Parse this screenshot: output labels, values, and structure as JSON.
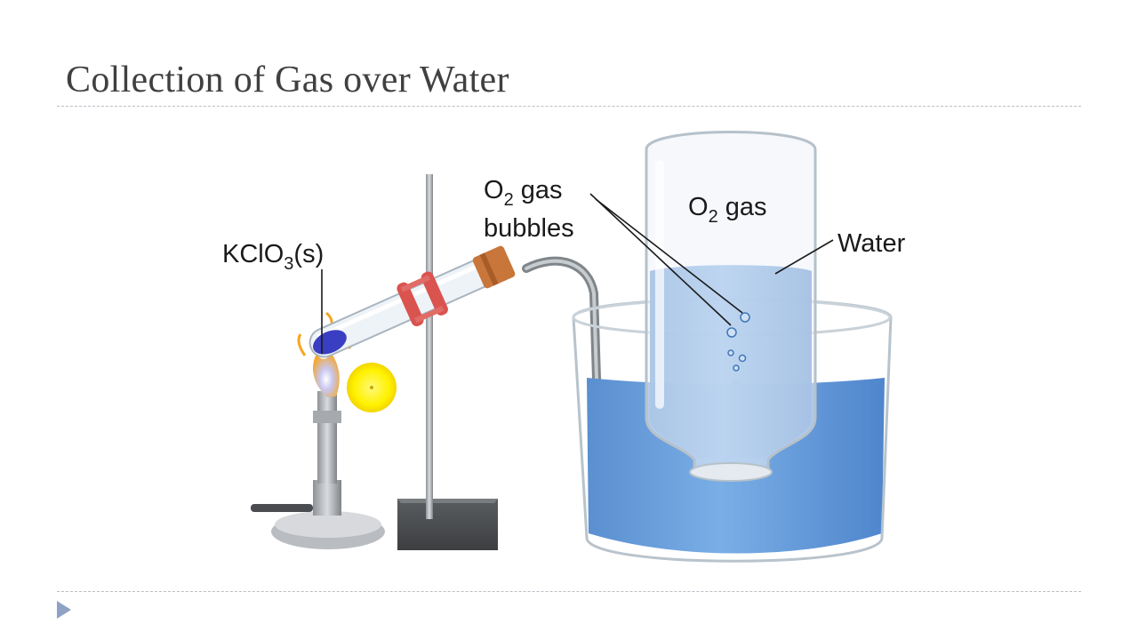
{
  "slide": {
    "title": "Collection of Gas over Water"
  },
  "labels": {
    "kclo3": {
      "main": "KClO",
      "sub": "3",
      "tail": "(s)"
    },
    "bubbles": {
      "line1_main": "O",
      "line1_sub": "2",
      "line1_tail": " gas",
      "line2": "bubbles"
    },
    "o2_gas": {
      "main": "O",
      "sub": "2",
      "tail": " gas"
    },
    "water": "Water"
  },
  "colors": {
    "title": "#404040",
    "water": "#5e98d8",
    "water_light": "#9cc2ea",
    "glass": "#e8eef3",
    "stopper": "#c8763a",
    "clamp": "#d9534f",
    "flame": "#f6a623",
    "pointer": "#fff200",
    "nav_arrow": "#8da2c4"
  },
  "icons": {
    "nav": "triangle-right-icon",
    "cursor": "highlight-pointer-icon"
  }
}
